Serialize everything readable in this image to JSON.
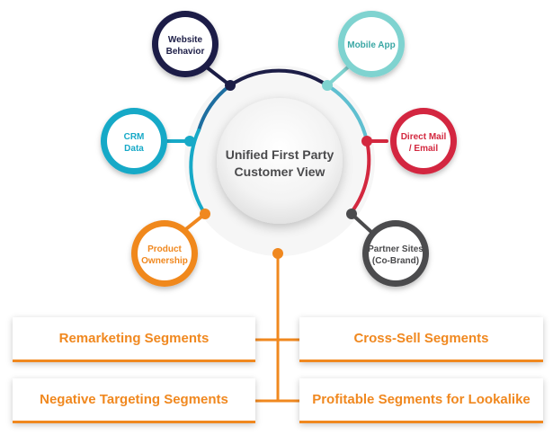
{
  "center": {
    "line1": "Unified First Party",
    "line2": "Customer View"
  },
  "nodes": {
    "website_behavior": {
      "line1": "Website",
      "line2": "Behavior",
      "color": "#1d1e47"
    },
    "mobile_app": {
      "line1": "Mobile App",
      "line2": "",
      "color": "#7fd3d0"
    },
    "crm_data": {
      "line1": "CRM",
      "line2": "Data",
      "color": "#17a9c7"
    },
    "direct_mail": {
      "line1": "Direct Mail",
      "line2": "/ Email",
      "color": "#d3283f"
    },
    "product_ownership": {
      "line1": "Product",
      "line2": "Ownership",
      "color": "#f0881f"
    },
    "partner_sites": {
      "line1": "Partner Sites",
      "line2": "(Co-Brand)",
      "color": "#4b4b4d"
    }
  },
  "segments": {
    "remarketing": "Remarketing Segments",
    "cross_sell": "Cross-Sell Segments",
    "negative_targeting": "Negative Targeting Segments",
    "profitable_lookalike": "Profitable Segments for Lookalike"
  },
  "colors": {
    "accent": "#f0881f",
    "center_text": "#4a4a4c"
  }
}
